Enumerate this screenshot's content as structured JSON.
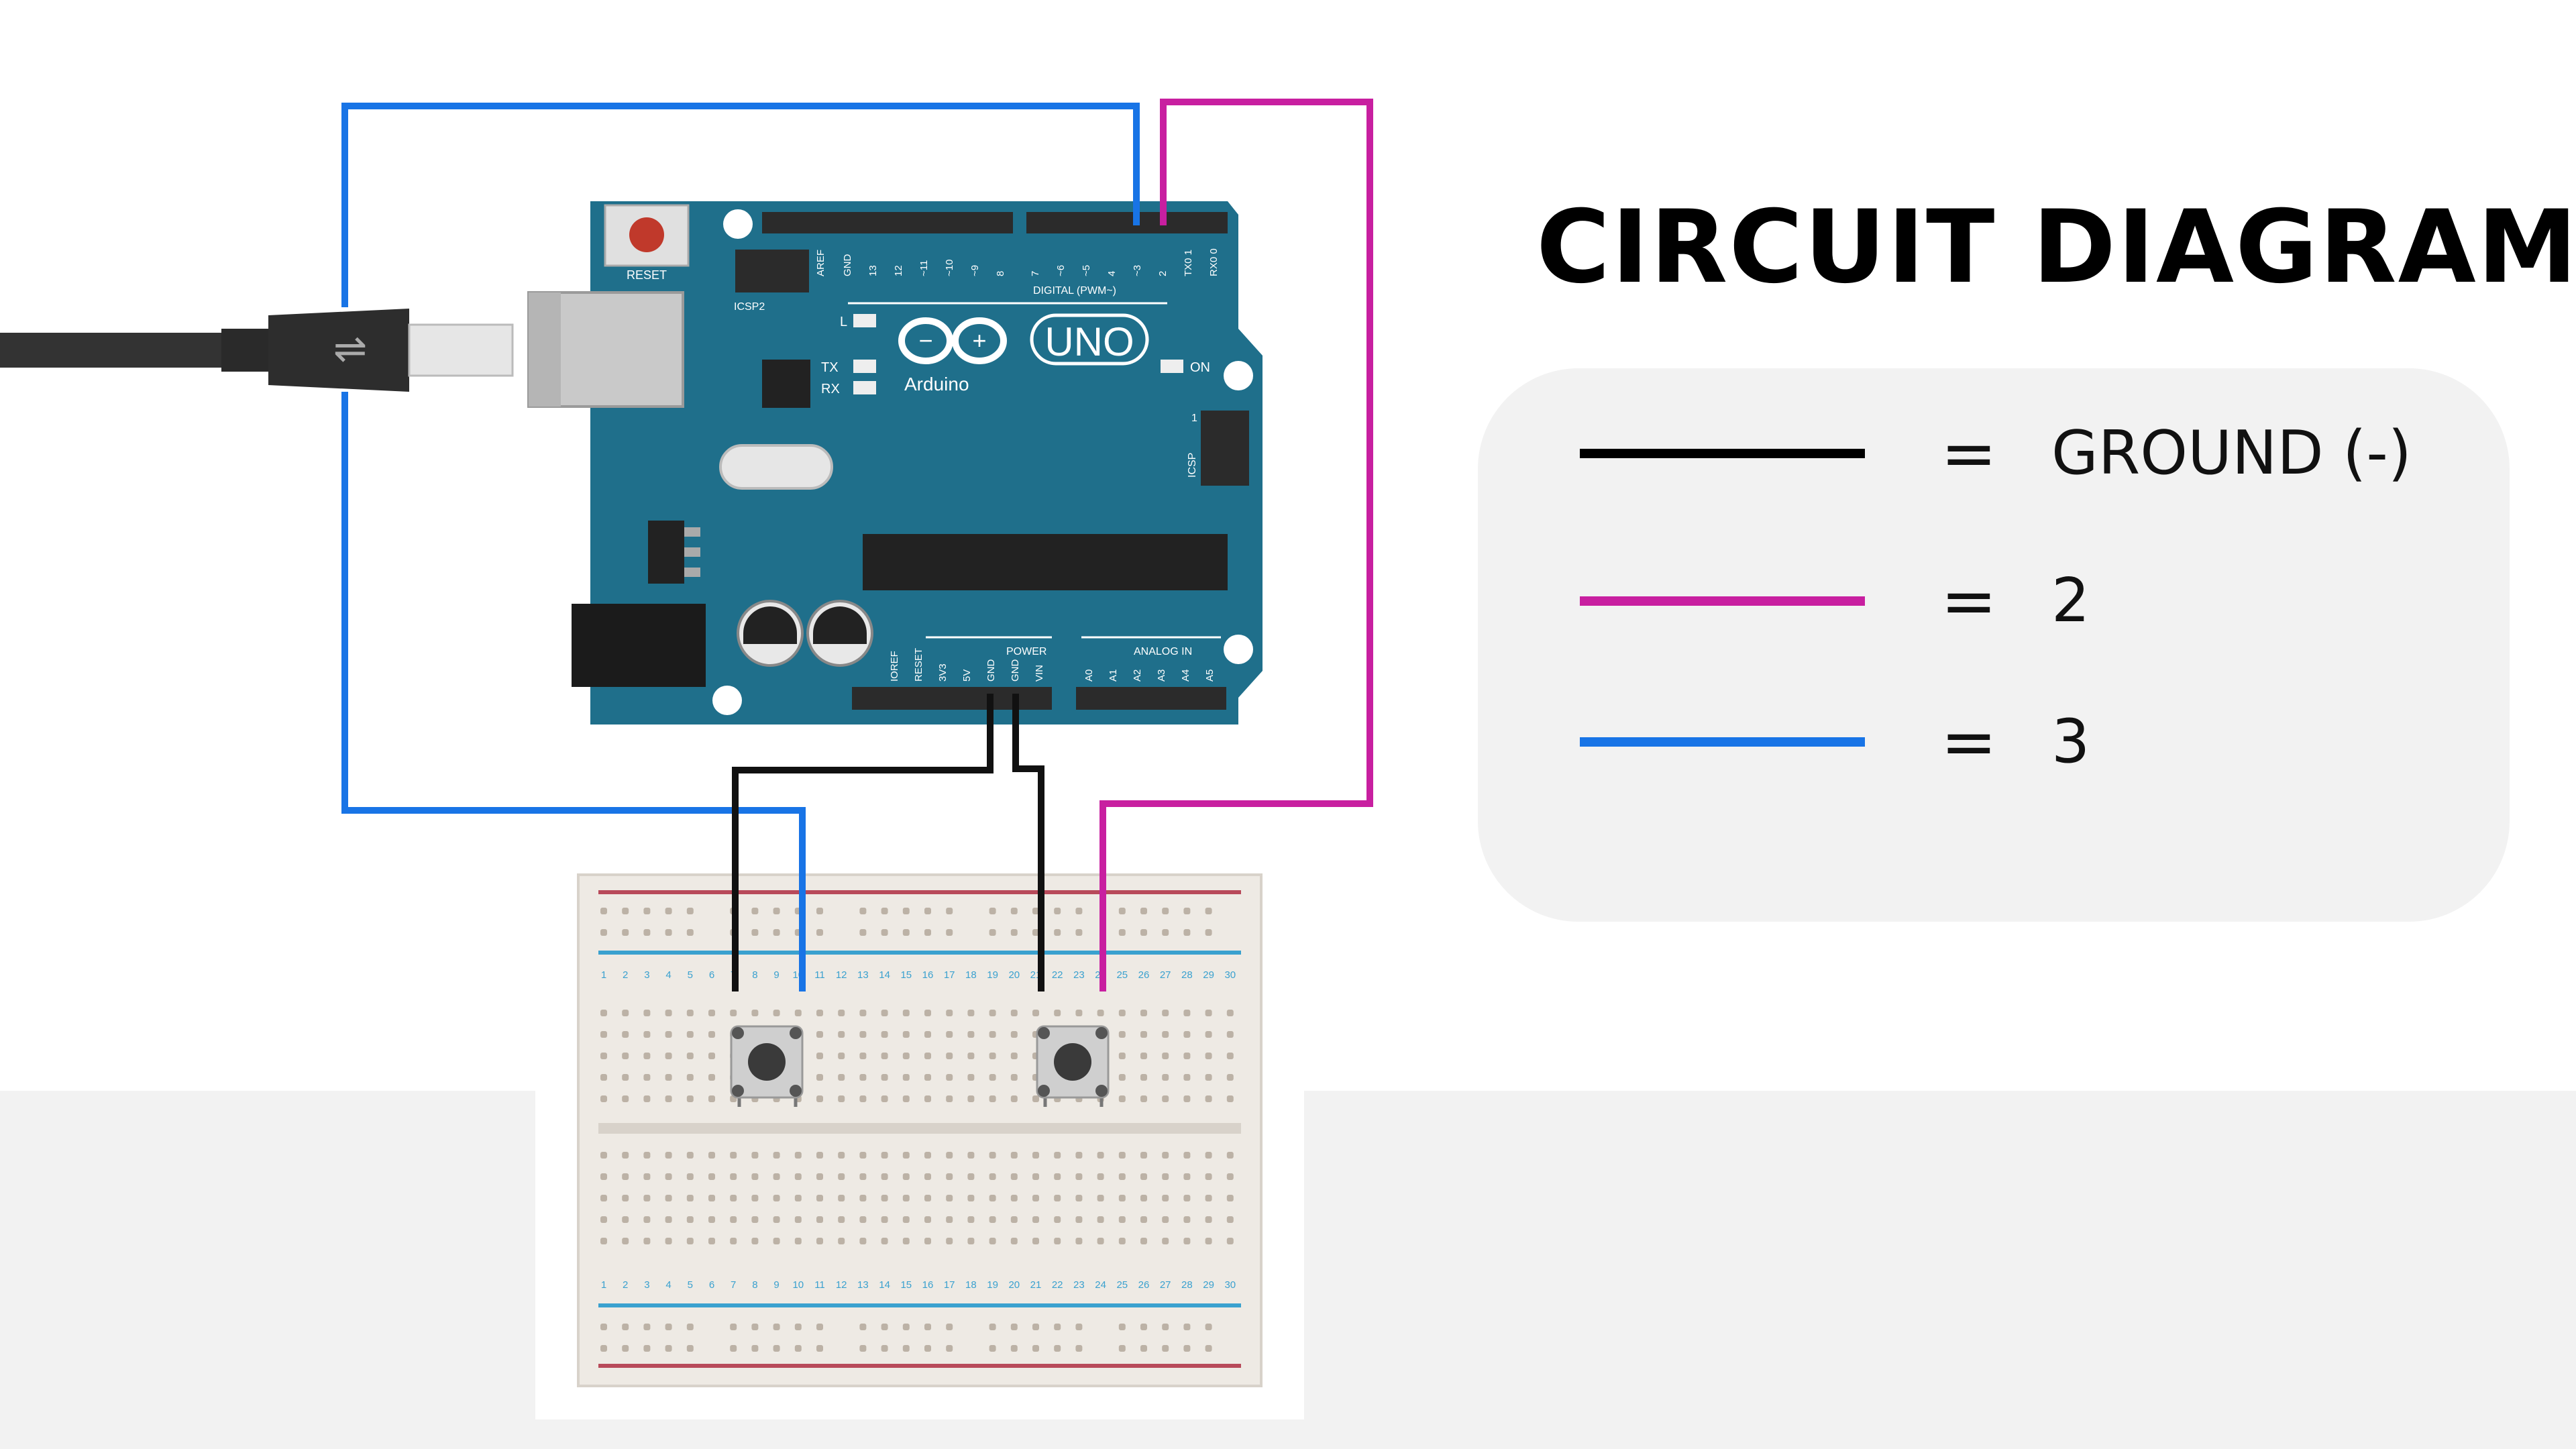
{
  "title": "CIRCUIT DIAGRAM",
  "legend": [
    {
      "color": "#000000",
      "equals": "=",
      "label": "GROUND (-)"
    },
    {
      "color": "#c81fa0",
      "equals": "=",
      "label": "2"
    },
    {
      "color": "#1874e6",
      "equals": "=",
      "label": "3"
    }
  ],
  "arduino": {
    "brand": "Arduino",
    "model": "UNO",
    "reset_label": "RESET",
    "icsp2": "ICSP2",
    "icsp": "ICSP",
    "digital_label": "DIGITAL (PWM~)",
    "power_label": "POWER",
    "analog_label": "ANALOG IN",
    "led_l": "L",
    "led_tx": "TX",
    "led_rx": "RX",
    "led_on": "ON",
    "icsp_pin": "1",
    "digital_pins": [
      "AREF",
      "GND",
      "13",
      "12",
      "~11",
      "~10",
      "~9",
      "8",
      "7",
      "~6",
      "~5",
      "4",
      "~3",
      "2",
      "TX0 1",
      "RX0 0"
    ],
    "power_pins": [
      "IOREF",
      "RESET",
      "3V3",
      "5V",
      "GND",
      "GND",
      "VIN"
    ],
    "analog_pins": [
      "A0",
      "A1",
      "A2",
      "A3",
      "A4",
      "A5"
    ]
  },
  "breadboard": {
    "column_numbers": [
      "1",
      "2",
      "3",
      "4",
      "5",
      "6",
      "7",
      "8",
      "9",
      "10",
      "11",
      "12",
      "13",
      "14",
      "15",
      "16",
      "17",
      "18",
      "19",
      "20",
      "21",
      "22",
      "23",
      "24",
      "25",
      "26",
      "27",
      "28",
      "29",
      "30"
    ]
  },
  "colors": {
    "board": "#1f6f8b",
    "ground_wire": "#000000",
    "pin2_wire": "#c81fa0",
    "pin3_wire": "#1874e6"
  }
}
